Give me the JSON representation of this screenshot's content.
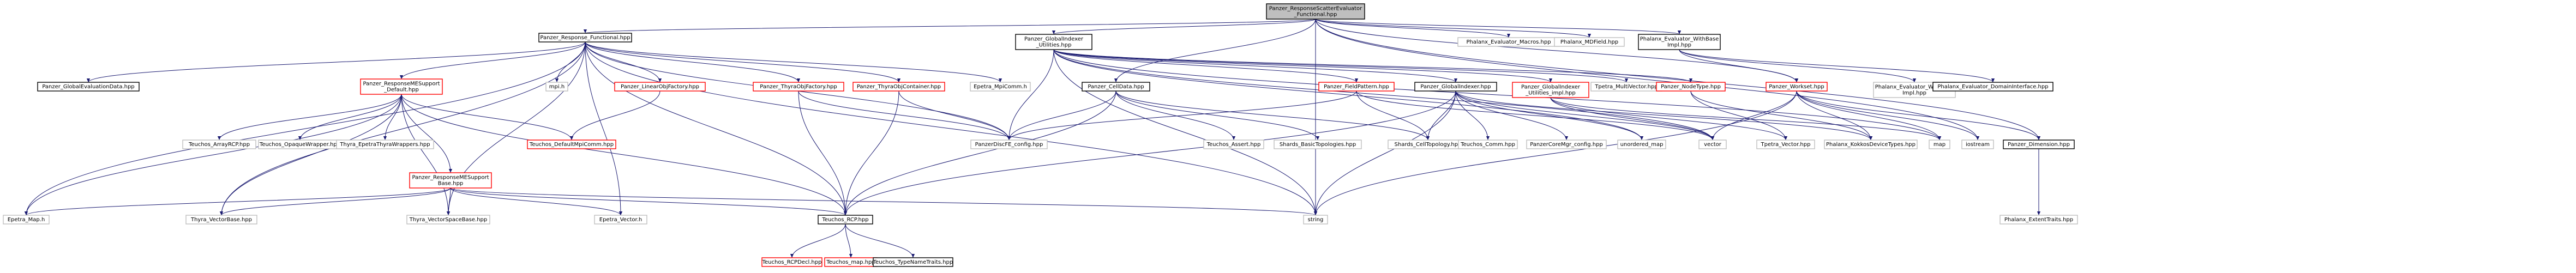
{
  "colors": {
    "edge": "#191970",
    "focus_fill": "#bfbfbf",
    "focus_stroke": "#000000",
    "documented_stroke": "#ff0000",
    "undocumented_stroke": "#bfbfbf",
    "default_fill": "#ffffff"
  },
  "nodes": [
    {
      "id": "root",
      "lines": [
        "Panzer_ResponseScatterEvaluator",
        "_Functional.hpp"
      ],
      "kind": "focus"
    },
    {
      "id": "respfunc",
      "lines": [
        "Panzer_Response_Functional.hpp"
      ],
      "kind": "plain"
    },
    {
      "id": "globidx_util",
      "lines": [
        "Panzer_GlobalIndexer",
        "_Utilities.hpp"
      ],
      "kind": "plain"
    },
    {
      "id": "phx_macros",
      "lines": [
        "Phalanx_Evaluator_Macros.hpp"
      ],
      "kind": "undoc"
    },
    {
      "id": "phx_mdfield",
      "lines": [
        "Phalanx_MDField.hpp"
      ],
      "kind": "undoc"
    },
    {
      "id": "phx_withbase",
      "lines": [
        "Phalanx_Evaluator_WithBase",
        "Impl.hpp"
      ],
      "kind": "plain"
    },
    {
      "id": "globevaldata",
      "lines": [
        "Panzer_GlobalEvaluationData.hpp"
      ],
      "kind": "plain"
    },
    {
      "id": "respme_def",
      "lines": [
        "Panzer_ResponseMESupport",
        "_Default.hpp"
      ],
      "kind": "doc"
    },
    {
      "id": "mpi_h",
      "lines": [
        "mpi.h"
      ],
      "kind": "undoc"
    },
    {
      "id": "linobj",
      "lines": [
        "Panzer_LinearObjFactory.hpp"
      ],
      "kind": "doc"
    },
    {
      "id": "thyraobjfac",
      "lines": [
        "Panzer_ThyraObjFactory.hpp"
      ],
      "kind": "doc"
    },
    {
      "id": "thyraobjcont",
      "lines": [
        "Panzer_ThyraObjContainer.hpp"
      ],
      "kind": "doc"
    },
    {
      "id": "epetra_mpicomm",
      "lines": [
        "Epetra_MpiComm.h"
      ],
      "kind": "undoc"
    },
    {
      "id": "celldata",
      "lines": [
        "Panzer_CellData.hpp"
      ],
      "kind": "plain"
    },
    {
      "id": "fieldpattern",
      "lines": [
        "Panzer_FieldPattern.hpp"
      ],
      "kind": "doc"
    },
    {
      "id": "globidx",
      "lines": [
        "Panzer_GlobalIndexer.hpp"
      ],
      "kind": "plain"
    },
    {
      "id": "globidx_util_impl",
      "lines": [
        "Panzer_GlobalIndexer",
        "_Utilities_impl.hpp"
      ],
      "kind": "doc"
    },
    {
      "id": "tpetra_mv",
      "lines": [
        "Tpetra_MultiVector.hpp"
      ],
      "kind": "undoc"
    },
    {
      "id": "nodetype",
      "lines": [
        "Panzer_NodeType.hpp"
      ],
      "kind": "doc"
    },
    {
      "id": "workset",
      "lines": [
        "Panzer_Workset.hpp"
      ],
      "kind": "doc"
    },
    {
      "id": "phx_withbase_impl",
      "lines": [
        "Phalanx_Evaluator_WithBase",
        "Impl.hpp"
      ],
      "kind": "undoc"
    },
    {
      "id": "phx_domainiface",
      "lines": [
        "Phalanx_Evaluator_DomainInterface.hpp"
      ],
      "kind": "plain"
    },
    {
      "id": "arrayrcp",
      "lines": [
        "Teuchos_ArrayRCP.hpp"
      ],
      "kind": "undoc"
    },
    {
      "id": "opaque",
      "lines": [
        "Teuchos_OpaqueWrapper.hpp"
      ],
      "kind": "undoc"
    },
    {
      "id": "thyra_epetra",
      "lines": [
        "Thyra_EpetraThyraWrappers.hpp"
      ],
      "kind": "undoc"
    },
    {
      "id": "default_mpi",
      "lines": [
        "Teuchos_DefaultMpiComm.hpp"
      ],
      "kind": "doc"
    },
    {
      "id": "panzer_config",
      "lines": [
        "PanzerDiscFE_config.hpp"
      ],
      "kind": "undoc"
    },
    {
      "id": "teuchos_assert",
      "lines": [
        "Teuchos_Assert.hpp"
      ],
      "kind": "undoc"
    },
    {
      "id": "shards_basic",
      "lines": [
        "Shards_BasicTopologies.hpp"
      ],
      "kind": "undoc"
    },
    {
      "id": "shards_cell",
      "lines": [
        "Shards_CellTopology.hpp"
      ],
      "kind": "undoc"
    },
    {
      "id": "teuchos_comm",
      "lines": [
        "Teuchos_Comm.hpp"
      ],
      "kind": "undoc"
    },
    {
      "id": "panzer_coremgr",
      "lines": [
        "PanzerCoreMgr_config.hpp"
      ],
      "kind": "undoc"
    },
    {
      "id": "unordered_map",
      "lines": [
        "unordered_map"
      ],
      "kind": "undoc"
    },
    {
      "id": "vector",
      "lines": [
        "vector"
      ],
      "kind": "undoc"
    },
    {
      "id": "tpetra_vector",
      "lines": [
        "Tpetra_Vector.hpp"
      ],
      "kind": "undoc"
    },
    {
      "id": "phx_kokkos",
      "lines": [
        "Phalanx_KokkosDeviceTypes.hpp"
      ],
      "kind": "undoc"
    },
    {
      "id": "map",
      "lines": [
        "map"
      ],
      "kind": "undoc"
    },
    {
      "id": "iostream",
      "lines": [
        "iostream"
      ],
      "kind": "undoc"
    },
    {
      "id": "dimension",
      "lines": [
        "Panzer_Dimension.hpp"
      ],
      "kind": "plain"
    },
    {
      "id": "respme_base",
      "lines": [
        "Panzer_ResponseMESupport",
        "Base.hpp"
      ],
      "kind": "doc"
    },
    {
      "id": "epetra_map",
      "lines": [
        "Epetra_Map.h"
      ],
      "kind": "undoc"
    },
    {
      "id": "thyra_vb",
      "lines": [
        "Thyra_VectorBase.hpp"
      ],
      "kind": "undoc"
    },
    {
      "id": "thyra_vsb",
      "lines": [
        "Thyra_VectorSpaceBase.hpp"
      ],
      "kind": "undoc"
    },
    {
      "id": "epetra_vector",
      "lines": [
        "Epetra_Vector.h"
      ],
      "kind": "undoc"
    },
    {
      "id": "teuchos_rcp",
      "lines": [
        "Teuchos_RCP.hpp"
      ],
      "kind": "plain"
    },
    {
      "id": "string",
      "lines": [
        "string"
      ],
      "kind": "undoc"
    },
    {
      "id": "rcpdecl",
      "lines": [
        "Teuchos_RCPDecl.hpp"
      ],
      "kind": "doc"
    },
    {
      "id": "teuchos_map",
      "lines": [
        "Teuchos_map.hpp"
      ],
      "kind": "doc"
    },
    {
      "id": "typenametraits",
      "lines": [
        "Teuchos_TypeNameTraits.hpp"
      ],
      "kind": "plain"
    },
    {
      "id": "phx_extent",
      "lines": [
        "Phalanx_ExtentTraits.hpp"
      ],
      "kind": "undoc"
    }
  ],
  "edges": [
    [
      "root",
      "respfunc"
    ],
    [
      "root",
      "globidx_util"
    ],
    [
      "root",
      "phx_macros"
    ],
    [
      "root",
      "phx_mdfield"
    ],
    [
      "root",
      "phx_withbase"
    ],
    [
      "root",
      "celldata"
    ],
    [
      "root",
      "workset"
    ],
    [
      "root",
      "dimension"
    ],
    [
      "root",
      "iostream"
    ],
    [
      "root",
      "string"
    ],
    [
      "respfunc",
      "globevaldata"
    ],
    [
      "respfunc",
      "respme_def"
    ],
    [
      "respfunc",
      "mpi_h"
    ],
    [
      "respfunc",
      "linobj"
    ],
    [
      "respfunc",
      "thyraobjfac"
    ],
    [
      "respfunc",
      "thyraobjcont"
    ],
    [
      "respfunc",
      "epetra_mpicomm"
    ],
    [
      "respfunc",
      "epetra_map"
    ],
    [
      "respfunc",
      "thyra_vb"
    ],
    [
      "respfunc",
      "thyra_vsb"
    ],
    [
      "respfunc",
      "epetra_vector"
    ],
    [
      "respfunc",
      "teuchos_rcp"
    ],
    [
      "respfunc",
      "panzer_config"
    ],
    [
      "respfunc",
      "string"
    ],
    [
      "respme_def",
      "arrayrcp"
    ],
    [
      "respme_def",
      "opaque"
    ],
    [
      "respme_def",
      "thyra_epetra"
    ],
    [
      "respme_def",
      "default_mpi"
    ],
    [
      "respme_def",
      "respme_base"
    ],
    [
      "respme_def",
      "epetra_map"
    ],
    [
      "respme_def",
      "thyra_vb"
    ],
    [
      "respme_def",
      "thyra_vsb"
    ],
    [
      "respme_def",
      "teuchos_rcp"
    ],
    [
      "respme_base",
      "epetra_map"
    ],
    [
      "respme_base",
      "thyra_vb"
    ],
    [
      "respme_base",
      "thyra_vsb"
    ],
    [
      "respme_base",
      "epetra_vector"
    ],
    [
      "respme_base",
      "teuchos_rcp"
    ],
    [
      "respme_base",
      "string"
    ],
    [
      "linobj",
      "default_mpi"
    ],
    [
      "thyraobjfac",
      "teuchos_rcp"
    ],
    [
      "thyraobjfac",
      "panzer_config"
    ],
    [
      "thyraobjcont",
      "teuchos_rcp"
    ],
    [
      "thyraobjcont",
      "panzer_config"
    ],
    [
      "celldata",
      "panzer_config"
    ],
    [
      "celldata",
      "teuchos_rcp"
    ],
    [
      "celldata",
      "teuchos_assert"
    ],
    [
      "celldata",
      "shards_basic"
    ],
    [
      "celldata",
      "shards_cell"
    ],
    [
      "globidx_util",
      "fieldpattern"
    ],
    [
      "globidx_util",
      "globidx"
    ],
    [
      "globidx_util",
      "globidx_util_impl"
    ],
    [
      "globidx_util",
      "tpetra_mv"
    ],
    [
      "globidx_util",
      "nodetype"
    ],
    [
      "globidx_util",
      "unordered_map"
    ],
    [
      "globidx_util",
      "vector"
    ],
    [
      "globidx_util",
      "map"
    ],
    [
      "globidx_util",
      "string"
    ],
    [
      "globidx_util",
      "panzer_config"
    ],
    [
      "fieldpattern",
      "shards_cell"
    ],
    [
      "fieldpattern",
      "vector"
    ],
    [
      "fieldpattern",
      "panzer_config"
    ],
    [
      "globidx",
      "teuchos_comm"
    ],
    [
      "globidx",
      "panzer_coremgr"
    ],
    [
      "globidx",
      "unordered_map"
    ],
    [
      "globidx",
      "vector"
    ],
    [
      "globidx",
      "teuchos_rcp"
    ],
    [
      "globidx",
      "string"
    ],
    [
      "globidx",
      "shards_cell"
    ],
    [
      "globidx",
      "phx_kokkos"
    ],
    [
      "globidx_util_impl",
      "tpetra_vector"
    ],
    [
      "globidx_util_impl",
      "vector"
    ],
    [
      "globidx_util_impl",
      "map"
    ],
    [
      "nodetype",
      "phx_kokkos"
    ],
    [
      "nodetype",
      "tpetra_vector"
    ],
    [
      "workset",
      "vector"
    ],
    [
      "workset",
      "map"
    ],
    [
      "workset",
      "iostream"
    ],
    [
      "workset",
      "dimension"
    ],
    [
      "workset",
      "phx_kokkos"
    ],
    [
      "workset",
      "string"
    ],
    [
      "phx_withbase",
      "phx_withbase_impl"
    ],
    [
      "phx_withbase",
      "phx_domainiface"
    ],
    [
      "phx_withbase",
      "workset"
    ],
    [
      "dimension",
      "phx_extent"
    ],
    [
      "teuchos_rcp",
      "rcpdecl"
    ],
    [
      "teuchos_rcp",
      "teuchos_map"
    ],
    [
      "teuchos_rcp",
      "typenametraits"
    ]
  ]
}
